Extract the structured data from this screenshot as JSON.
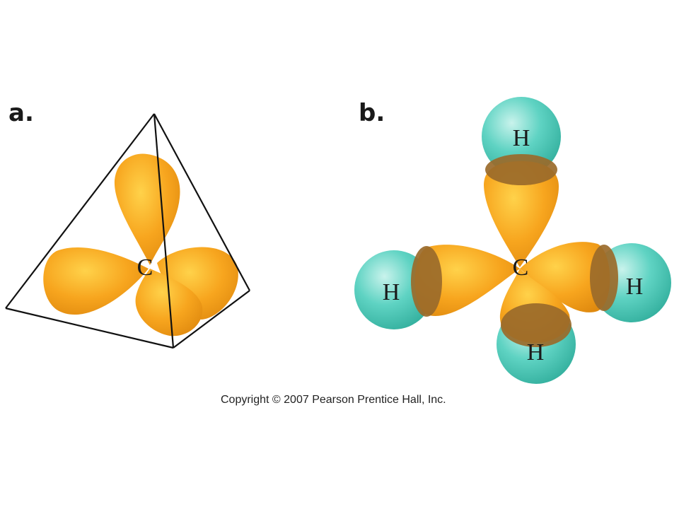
{
  "panel_a": {
    "label": "a.",
    "center_atom": "C"
  },
  "panel_b": {
    "label": "b.",
    "center_atom": "C",
    "hydrogens": [
      "H",
      "H",
      "H",
      "H"
    ]
  },
  "colors": {
    "orbital": "#f7a51e",
    "orbital_highlight": "#ffd24a",
    "hydrogen": "#3cbfae",
    "overlap": "#9a6a2a",
    "edge": "#111111"
  },
  "copyright": "Copyright © 2007 Pearson Prentice Hall, Inc."
}
